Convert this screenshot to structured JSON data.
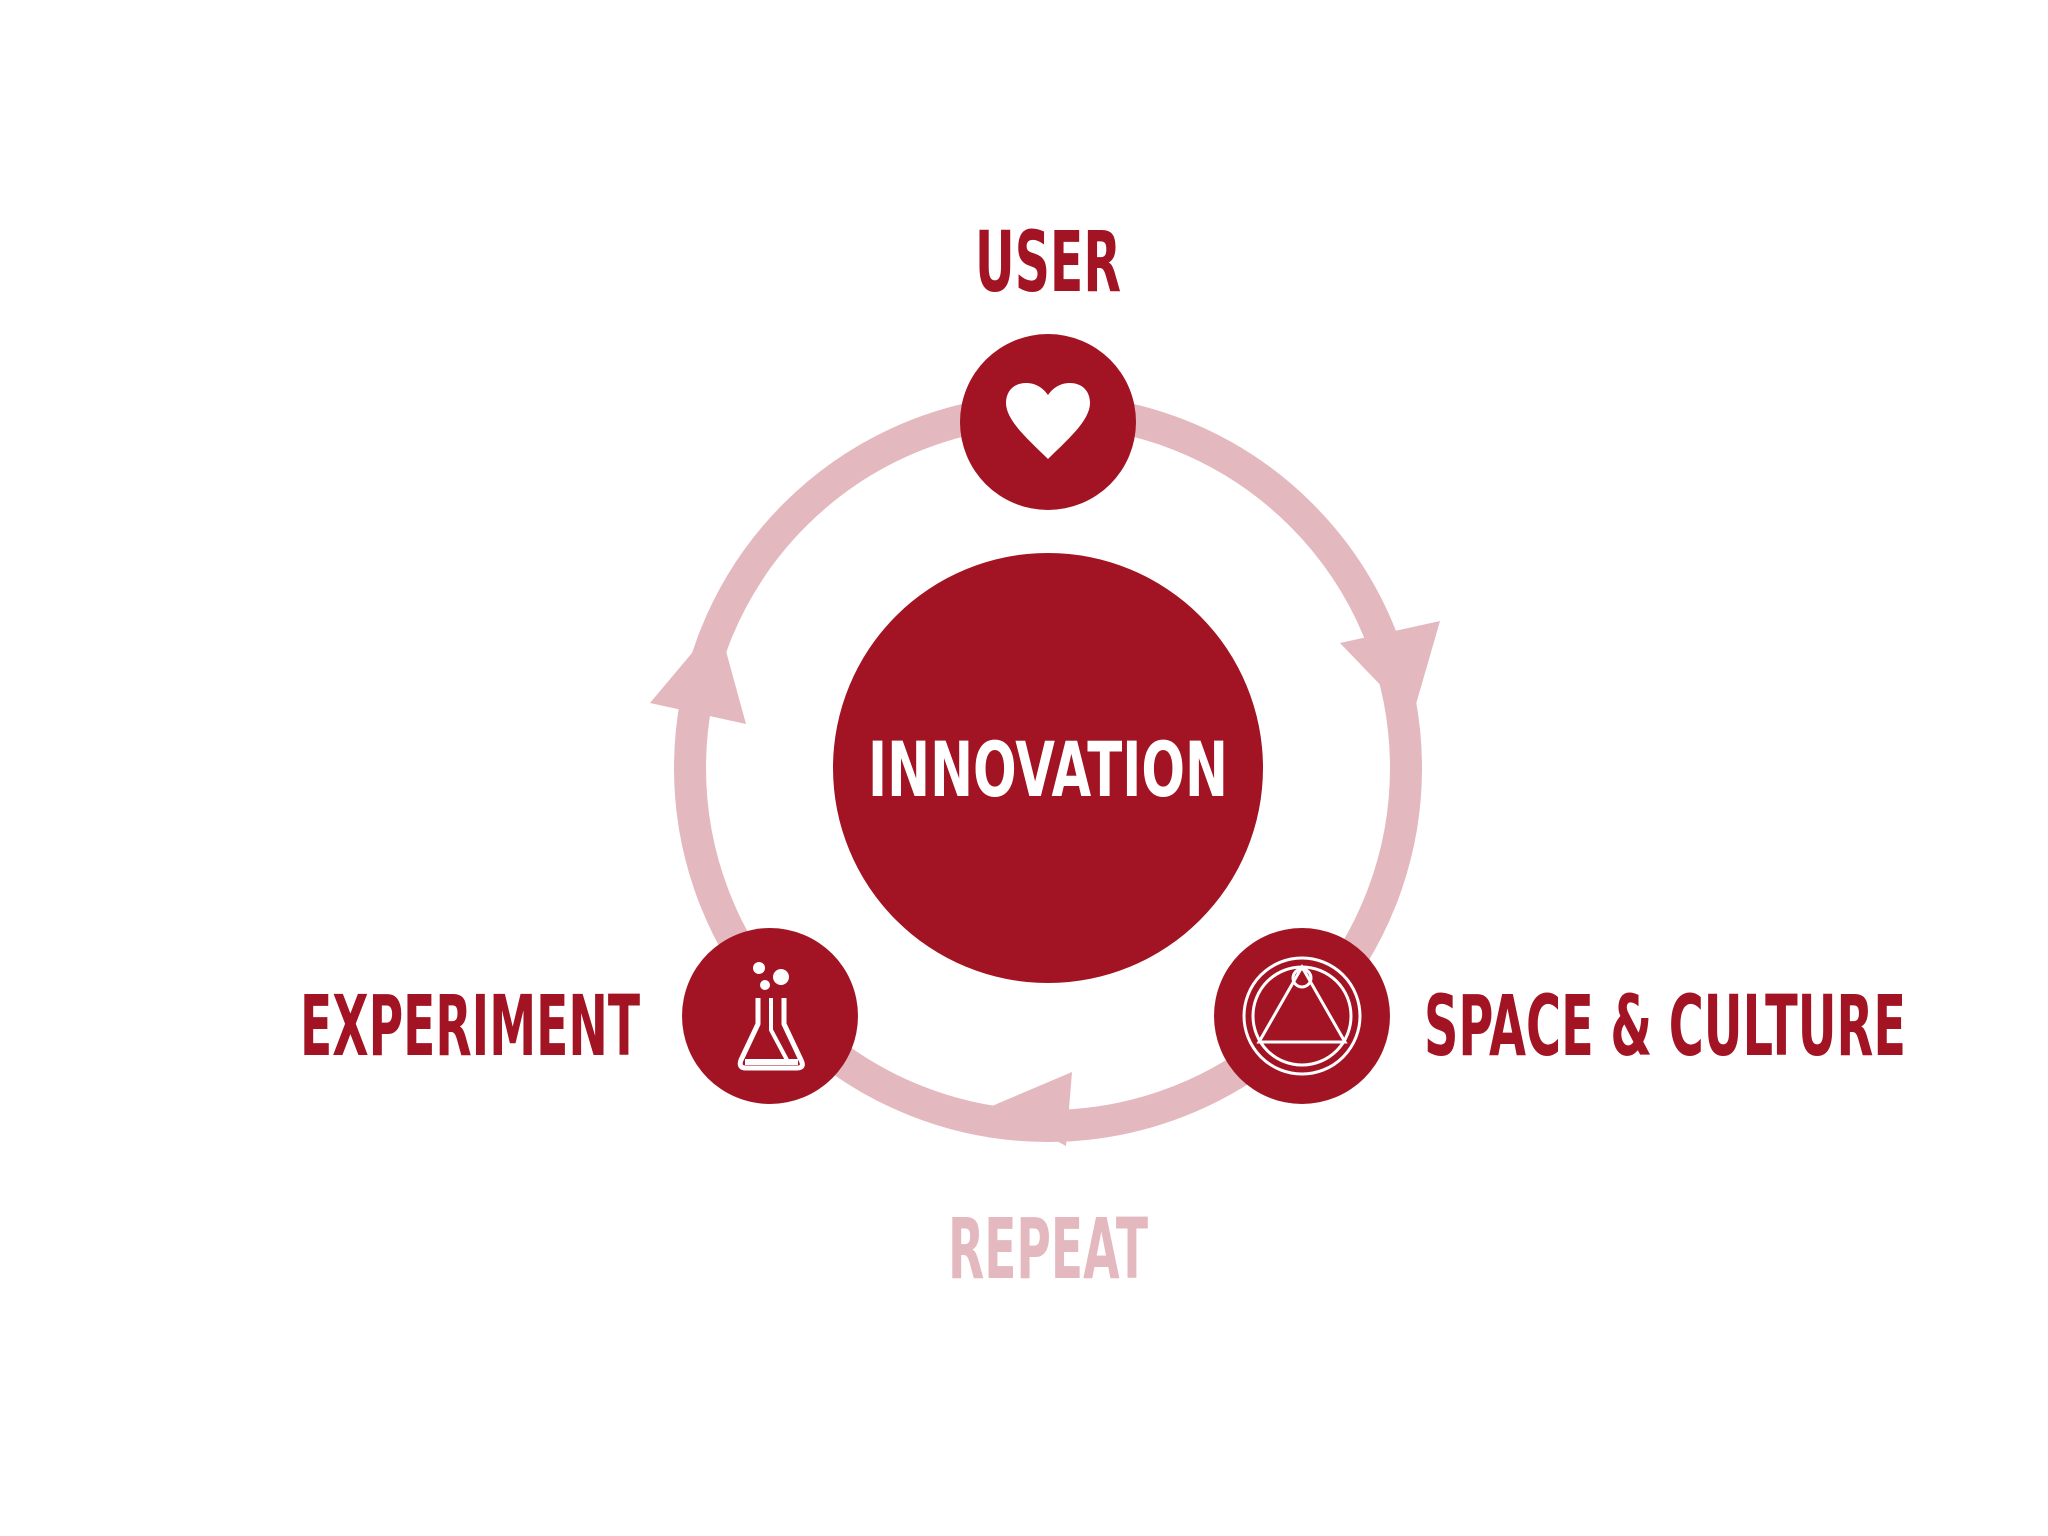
{
  "center": {
    "label": "INNOVATION"
  },
  "nodes": [
    {
      "id": "user",
      "label": "USER",
      "icon": "heart-icon"
    },
    {
      "id": "space-culture",
      "label": "SPACE & CULTURE",
      "icon": "triangle-in-circles-icon"
    },
    {
      "id": "experiment",
      "label": "EXPERIMENT",
      "icon": "flask-icon"
    }
  ],
  "cycle": {
    "label": "REPEAT"
  },
  "colors": {
    "primary": "#A21423",
    "cycle": "#E4B8BF",
    "icon": "#FFFFFF",
    "background": "#FFFFFF"
  }
}
